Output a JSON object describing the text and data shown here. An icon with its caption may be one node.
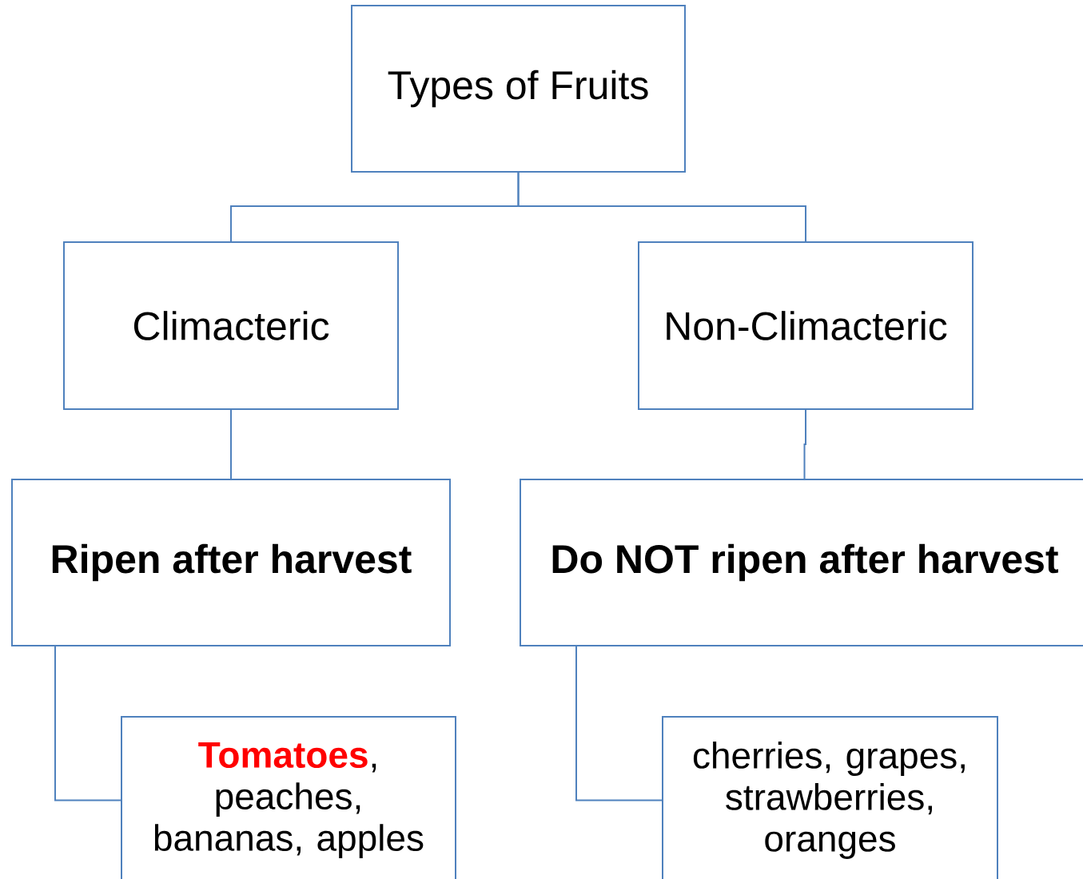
{
  "diagram": {
    "nodes": [
      {
        "text": [
          "Types of Fruits"
        ]
      },
      {
        "text": [
          "Climacteric"
        ]
      },
      {
        "text": [
          "Non-Climacteric"
        ]
      },
      {
        "text": [
          "Ripen after harvest"
        ]
      },
      {
        "text": [
          "Do NOT ripen after harvest"
        ]
      },
      {
        "text": [
          "**Tomatoes**, peaches, bananas, apples"
        ]
      },
      {
        "text": [
          "cherries, grapes, strawberries, oranges"
        ]
      }
    ],
    "edges": [
      {
        "from": 0,
        "to": 1,
        "arrow": "none"
      },
      {
        "from": 0,
        "to": 2,
        "arrow": "none"
      },
      {
        "from": 1,
        "to": 3,
        "arrow": "none"
      },
      {
        "from": 2,
        "to": 4,
        "arrow": "none"
      },
      {
        "from": 3,
        "to": 5,
        "arrow": "none"
      },
      {
        "from": 4,
        "to": 6,
        "arrow": "none"
      }
    ]
  }
}
